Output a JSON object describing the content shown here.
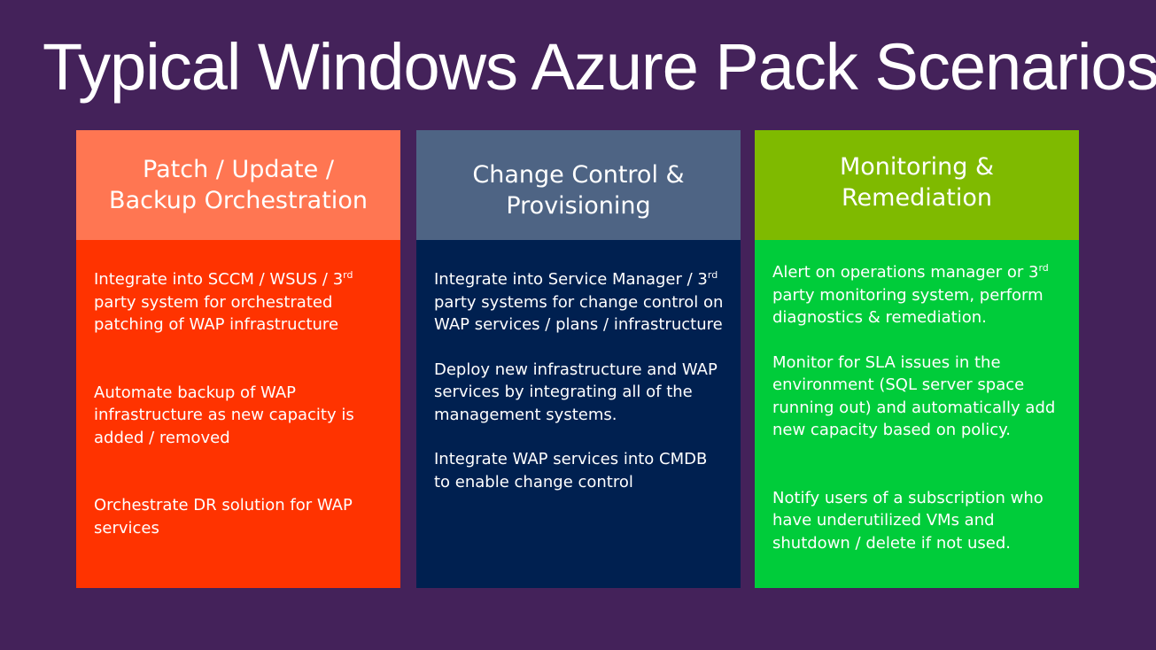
{
  "slide": {
    "title": "Typical Windows Azure Pack Scenarios"
  },
  "colors": {
    "background": "#44225a",
    "col1_header": "#ff7652",
    "col1_body": "#ff3300",
    "col2_header": "#4e6484",
    "col2_body": "#002050",
    "col3_header": "#7fba00",
    "col3_body": "#00cc3a"
  },
  "columns": [
    {
      "header_line1": "Patch / Update /",
      "header_line2": "Backup Orchestration",
      "items": [
        {
          "text_before": "Integrate into SCCM / WSUS / 3",
          "sup": "rd",
          "text_after": " party system for orchestrated patching of WAP infrastructure"
        },
        {
          "text": "Automate backup of WAP infrastructure as new capacity is added / removed"
        },
        {
          "text": "Orchestrate DR solution for WAP services"
        }
      ]
    },
    {
      "header_line1": "Change Control &",
      "header_line2": "Provisioning",
      "items": [
        {
          "text_before": "Integrate into Service Manager / 3",
          "sup": "rd",
          "text_after": " party systems for change control on WAP services / plans / infrastructure"
        },
        {
          "text": "Deploy new infrastructure and WAP services by integrating all of the management systems."
        },
        {
          "text": "Integrate WAP services into CMDB to enable change control"
        }
      ]
    },
    {
      "header_line1": "Monitoring &",
      "header_line2": "Remediation",
      "items": [
        {
          "text_before": "Alert on operations manager or 3",
          "sup": "rd",
          "text_after": " party monitoring system, perform diagnostics & remediation."
        },
        {
          "text": "Monitor for SLA issues in the environment (SQL server space running out) and automatically add new capacity based on policy."
        },
        {
          "text": "Notify users of a subscription who have underutilized VMs and shutdown / delete if not used."
        }
      ]
    }
  ]
}
